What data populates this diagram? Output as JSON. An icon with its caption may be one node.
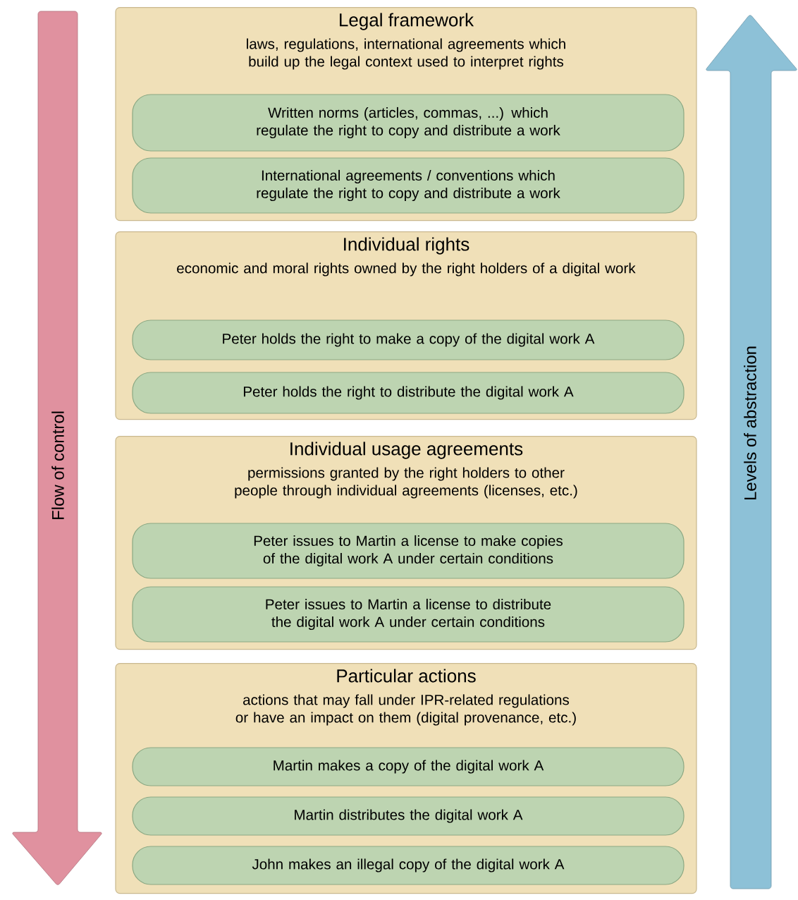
{
  "diagram": {
    "nodes": [
      {
        "text": [
          "Legal framework",
          "laws, regulations, international agreements which build up the legal context used to interpret rights"
        ]
      },
      {
        "text": [
          "Written norms (articles, commas, ...) which regulate the right to copy and distribute a work"
        ],
        "in": 0
      },
      {
        "text": [
          "International agreements / conventions which regulate the right to copy and distribute a work"
        ],
        "in": 0
      },
      {
        "text": [
          "Individual rights",
          "economic and moral rights owned by the right holders of a digital work"
        ]
      },
      {
        "text": [
          "Peter holds the right to make a copy of the digital work A"
        ],
        "in": 3
      },
      {
        "text": [
          "Peter holds the right to distribute the digital work A"
        ],
        "in": 3
      },
      {
        "text": [
          "Individual usage agreements",
          "permissions granted by the right holders to other people through individual agreements (licenses, etc.)"
        ]
      },
      {
        "text": [
          "Peter issues to Martin a license to make copies of the digital work A under certain conditions"
        ],
        "in": 6
      },
      {
        "text": [
          "Peter issues to Martin a license to distribute the digital work A under certain conditions"
        ],
        "in": 6
      },
      {
        "text": [
          "Particular actions",
          "actions that may fall under IPR-related regulations or have an impact on them (digital provenance, etc.)"
        ]
      },
      {
        "text": [
          "Martin makes a copy of the digital work A"
        ],
        "in": 9
      },
      {
        "text": [
          "Martin distributes the digital work A"
        ],
        "in": 9
      },
      {
        "text": [
          "John makes an illegal copy of the digital work A"
        ],
        "in": 9
      }
    ],
    "labels": [
      "Flow of control",
      "Levels of abstraction"
    ]
  }
}
